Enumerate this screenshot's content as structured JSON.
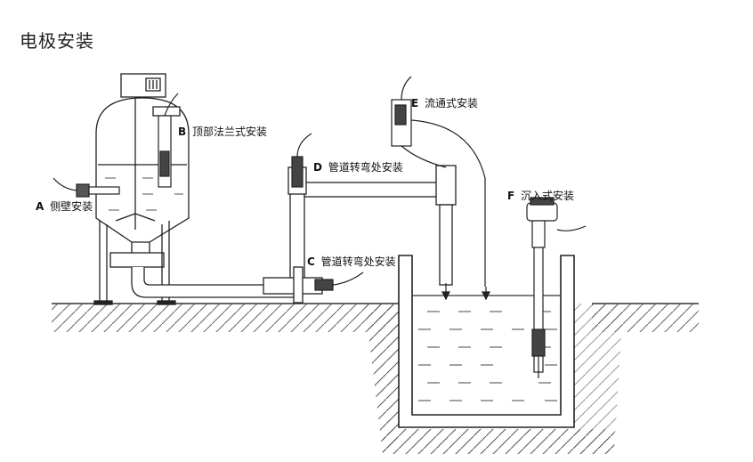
{
  "page": {
    "title": "电极安装"
  },
  "labels": {
    "a": {
      "letter": "A",
      "text": "侧壁安装"
    },
    "b": {
      "letter": "B",
      "text": "顶部法兰式安装"
    },
    "c": {
      "letter": "C",
      "text": "管道转弯处安装"
    },
    "d": {
      "letter": "D",
      "text": "管道转弯处安装"
    },
    "e": {
      "letter": "E",
      "text": "流通式安装"
    },
    "f": {
      "letter": "F",
      "text": "沉入式安装"
    }
  }
}
